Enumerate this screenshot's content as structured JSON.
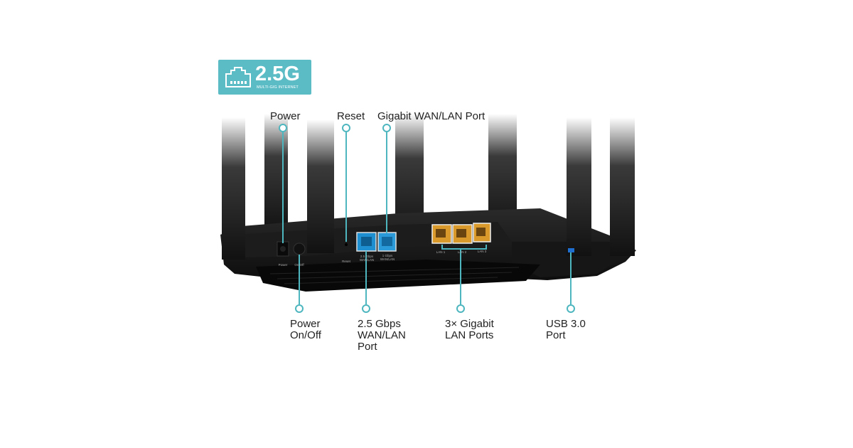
{
  "badge": {
    "icon": "ethernet-port-icon",
    "title": "2.5G",
    "subtitle": "MULTI-GIG INTERNET"
  },
  "callouts_top": [
    {
      "label": "Power"
    },
    {
      "label": "Reset"
    },
    {
      "label": "Gigabit WAN/LAN Port"
    }
  ],
  "callouts_bottom": [
    {
      "lines": [
        "Power",
        "On/Off"
      ]
    },
    {
      "lines": [
        "2.5 Gbps",
        "WAN/LAN",
        "Port"
      ]
    },
    {
      "lines": [
        "3× Gigabit",
        "LAN Ports"
      ]
    },
    {
      "lines": [
        "USB 3.0",
        "Port"
      ]
    }
  ],
  "device_port_labels": {
    "power": "Power",
    "onoff": "On/Off",
    "reset": "Reset",
    "wan25": [
      "2.5 Gbps",
      "WAN/LAN"
    ],
    "wan1": [
      "1 Gbps",
      "WAN/LAN"
    ],
    "lan1": "LAN 1",
    "lan2": "LAN 2",
    "lan3": "LAN 3"
  },
  "colors": {
    "accent": "#5bbcc6",
    "callout_line": "#4db6bf",
    "wan_port": "#1e8fd0",
    "lan_port": "#d99a2b"
  }
}
